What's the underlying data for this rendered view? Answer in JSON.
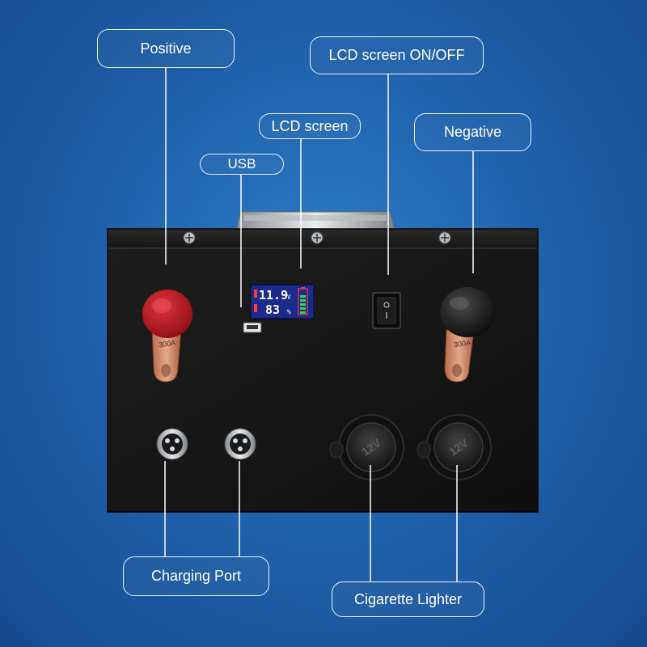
{
  "callouts": {
    "positive": "Positive",
    "lcd_switch": "LCD screen ON/OFF",
    "lcd_screen": "LCD screen",
    "negative": "Negative",
    "usb": "USB",
    "charging_port": "Charging Port",
    "cigarette_lighter": "Cigarette Lighter"
  },
  "lcd": {
    "voltage": "11.9",
    "voltage_unit": "V",
    "percent": "83",
    "percent_unit": "%"
  },
  "terminals": {
    "rating": "300A"
  },
  "sockets": {
    "label": "12V"
  },
  "colors": {
    "background": "#1f63ad",
    "battery_box": "#151515",
    "positive_cap": "#c81a22",
    "negative_cap": "#1a1a1a",
    "copper": "#c9805e",
    "lcd_digits": "#ffffff",
    "lcd_background": "#1c2a8a",
    "lcd_accent": "#ff3b3b",
    "lcd_bar": "#35d35a"
  }
}
